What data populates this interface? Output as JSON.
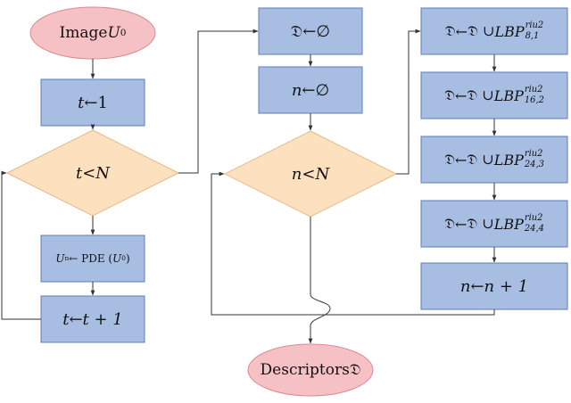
{
  "colors": {
    "process_fill": "#a7bee2",
    "process_stroke": "#5b7fb9",
    "decision_fill": "#fde0bd",
    "decision_stroke": "#e0b987",
    "terminal_fill": "#f6c1c4",
    "terminal_stroke": "#d98a91",
    "edge": "#333333"
  },
  "nodes": {
    "start": {
      "pre": "Image ",
      "var": "U",
      "sup": "0"
    },
    "t_init": {
      "lhs": "t",
      "arrow": " ← ",
      "rhs": "1"
    },
    "t_cond": {
      "lhs": "t",
      "op": " < ",
      "rhs": "N"
    },
    "pde": {
      "lhs": "U",
      "lhs_sup": "n",
      "arrow": " ← PDE (",
      "arg": "U",
      "arg_sup": "0",
      "close": ")"
    },
    "t_inc": {
      "lhs": "t",
      "arrow": " ← ",
      "rhs": "t + 1"
    },
    "d_init": {
      "lhs": "𝔇",
      "arrow": " ← ",
      "rhs": "∅"
    },
    "n_init": {
      "lhs": "n",
      "arrow": " ← ",
      "rhs": "∅"
    },
    "n_cond": {
      "lhs": "n",
      "op": " < ",
      "rhs": "N"
    },
    "lbp1": {
      "lhs": "𝔇",
      "arrow": " ← ",
      "mid": "𝔇 ∪ ",
      "name": "LBP",
      "sup": "riu2",
      "sub": "8,1"
    },
    "lbp2": {
      "lhs": "𝔇",
      "arrow": " ← ",
      "mid": "𝔇 ∪ ",
      "name": "LBP",
      "sup": "riu2",
      "sub": "16,2"
    },
    "lbp3": {
      "lhs": "𝔇",
      "arrow": " ← ",
      "mid": "𝔇 ∪ ",
      "name": "LBP",
      "sup": "riu2",
      "sub": "24,3"
    },
    "lbp4": {
      "lhs": "𝔇",
      "arrow": " ← ",
      "mid": "𝔇 ∪ ",
      "name": "LBP",
      "sup": "riu2",
      "sub": "24,4"
    },
    "n_inc": {
      "lhs": "n",
      "arrow": " ← ",
      "rhs": "n + 1"
    },
    "end": {
      "pre": "Descriptors ",
      "var": "𝔇"
    }
  }
}
